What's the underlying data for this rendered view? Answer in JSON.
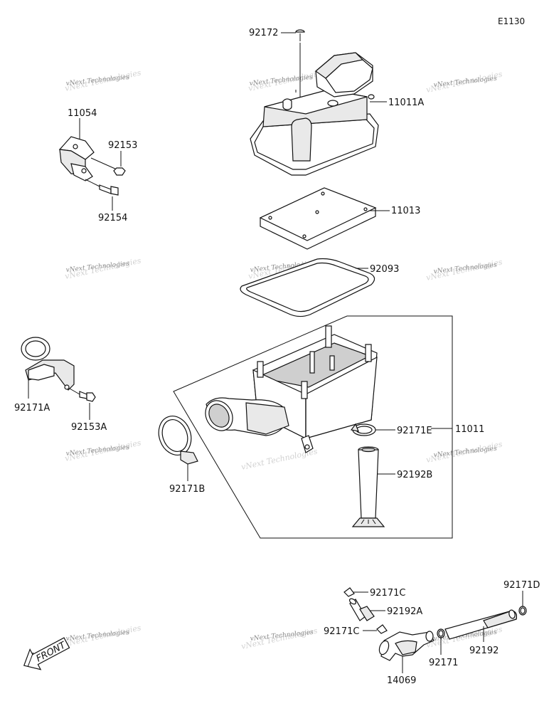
{
  "diagram_code": "E1130",
  "watermark": "vNext Technologies",
  "front_label": "FRONT",
  "labels": {
    "p92172": "92172",
    "p11011A": "11011A",
    "p11013": "11013",
    "p92093": "92093",
    "p11054": "11054",
    "p92153": "92153",
    "p92154": "92154",
    "p92171A": "92171A",
    "p92153A": "92153A",
    "p92171B": "92171B",
    "p92171E": "92171E",
    "p11011": "11011",
    "p92192B": "92192B",
    "p92171C_top": "92171C",
    "p92192A": "92192A",
    "p92171C_low": "92171C",
    "p14069": "14069",
    "p92171": "92171",
    "p92192": "92192",
    "p92171D": "92171D"
  }
}
